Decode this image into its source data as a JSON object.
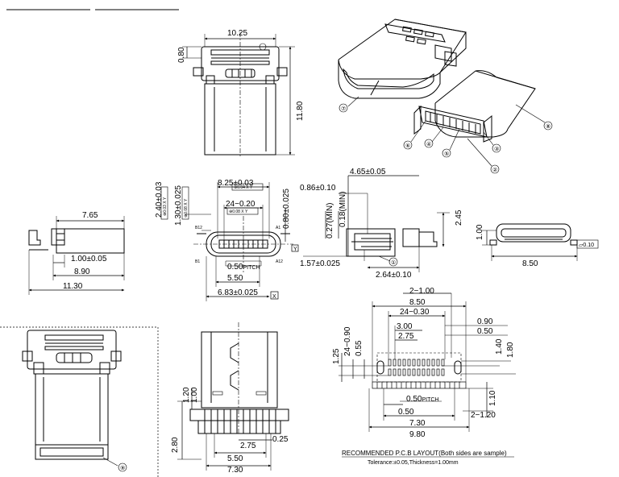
{
  "dims": {
    "v1_w": "10.25",
    "v1_h": "11.80",
    "v1_t": "0.80",
    "v2_len": "7.65",
    "v2_a": "1.00±0.05",
    "v2_b": "8.90",
    "v2_c": "11.30",
    "v3_top": "8.25±0.03",
    "v3_top_gd": "⊕0.04 X Y",
    "v3_mid": "24−0.20",
    "v3_mid_gd": "⊕0.08 X Y",
    "v3_pitch": "0.50",
    "v3_pitch_lbl": "PITCH",
    "v3_b1": "5.50",
    "v3_b2": "6.83±0.025",
    "v3_datum": "X",
    "v3_l1": "2.40±0.03",
    "v3_l1_gd": "⊕0.03 X Y",
    "v3_l2": "1.30±0.025",
    "v3_l2_gd": "⊕0.08 X Y",
    "v3_r": "0.80±0.025",
    "v3_y": "Y",
    "v4_top": "4.65±0.05",
    "v4_a": "0.86±0.10",
    "v4_b": "0.27(MIN)",
    "v4_c": "0.18(MIN)",
    "v4_d": "1.57±0.025",
    "v4_e": "2.64±0.10",
    "v4_h": "2.45",
    "v5_h": "1.00",
    "v5_w": "8.50",
    "v5_gd": "▱0.10",
    "p_top": "8.50",
    "p_pins": "24−0.30",
    "p_300": "3.00",
    "p_275": "2.75",
    "p_r090": "0.90",
    "p_r050": "0.50",
    "p_r140": "1.40",
    "p_r180": "1.80",
    "p_l125": "1.25",
    "p_l240": "24−0.90",
    "p_l055": "0.55",
    "p_pitch": "0.50",
    "p_pitch_lbl": "PITCH",
    "p_b050": "0.50",
    "p_b730": "7.30",
    "p_b980": "9.80",
    "p_110": "1.10",
    "p_2120": "2−1.20",
    "p_2100": "2−1.00",
    "b_120": "1.20",
    "b_100": "1.00",
    "b_280": "2.80",
    "b_025": "0.25",
    "b_275": "2.75",
    "b_550": "5.50",
    "b_730": "7.30"
  },
  "pin_labels": {
    "b12": "B12",
    "a1": "A1",
    "b1": "B1",
    "a12": "A12"
  },
  "balloons": [
    "①",
    "②",
    "③",
    "④",
    "⑤",
    "⑥",
    "⑦",
    "⑧",
    "⑨"
  ],
  "caption": {
    "title": "RECOMMENDED P.C.B LAYOUT(Both sides are sample)",
    "note": "Tolerance:±0.05,Thickness=1.00mm"
  }
}
